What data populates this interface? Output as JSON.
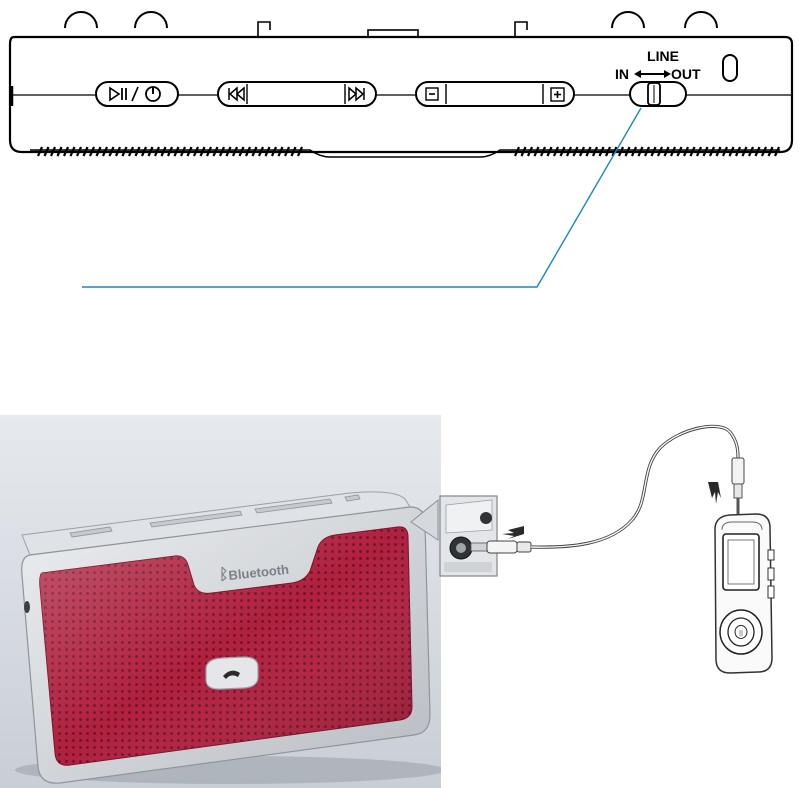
{
  "switch_panel": {
    "label_line": "LINE",
    "label_in": "IN",
    "label_out": "OUT"
  },
  "speaker": {
    "brand_text": "Bluetooth"
  },
  "colors": {
    "callout_line": "#1a86c8",
    "speaker_grille": "#b0203f",
    "speaker_frame": "#d7d9dc"
  }
}
